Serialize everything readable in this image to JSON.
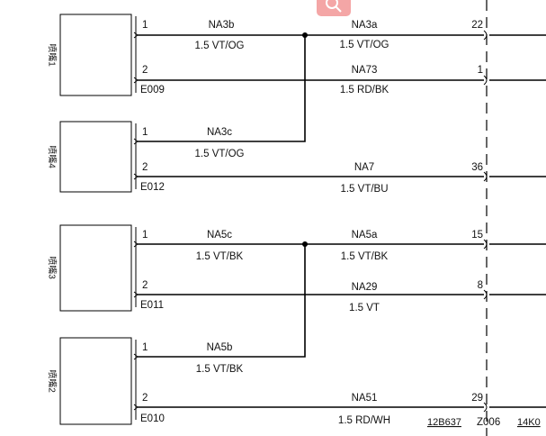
{
  "components": [
    {
      "name": "喷嘴1",
      "connector": "E009"
    },
    {
      "name": "喷嘴4",
      "connector": "E012"
    },
    {
      "name": "喷嘴3",
      "connector": "E011"
    },
    {
      "name": "喷嘴2",
      "connector": "E010"
    }
  ],
  "wires": [
    {
      "pin": "1",
      "seg_left_name": "NA3b",
      "seg_left_spec": "1.5 VT/OG",
      "seg_right_name": "NA3a",
      "seg_right_spec": "1.5 VT/OG",
      "end_pin": "22"
    },
    {
      "pin": "2",
      "seg_right_name": "NA73",
      "seg_right_spec": "1.5 RD/BK",
      "end_pin": "1"
    },
    {
      "pin": "1",
      "seg_left_name": "NA3c",
      "seg_left_spec": "1.5 VT/OG"
    },
    {
      "pin": "2",
      "seg_right_name": "NA7",
      "seg_right_spec": "1.5 VT/BU",
      "end_pin": "36"
    },
    {
      "pin": "1",
      "seg_left_name": "NA5c",
      "seg_left_spec": "1.5 VT/BK",
      "seg_right_name": "NA5a",
      "seg_right_spec": "1.5 VT/BK",
      "end_pin": "15"
    },
    {
      "pin": "2",
      "seg_right_name": "NA29",
      "seg_right_spec": "1.5 VT",
      "end_pin": "8"
    },
    {
      "pin": "1",
      "seg_left_name": "NA5b",
      "seg_left_spec": "1.5 VT/BK"
    },
    {
      "pin": "2",
      "seg_right_name": "NA51",
      "seg_right_spec": "1.5 RD/WH",
      "end_pin": "29"
    }
  ],
  "footer": {
    "ref1": "12B637",
    "connector": "Z006",
    "ref2": "14K0"
  },
  "overlay": {
    "icon": "search-icon",
    "color": "#f4a6a6"
  }
}
